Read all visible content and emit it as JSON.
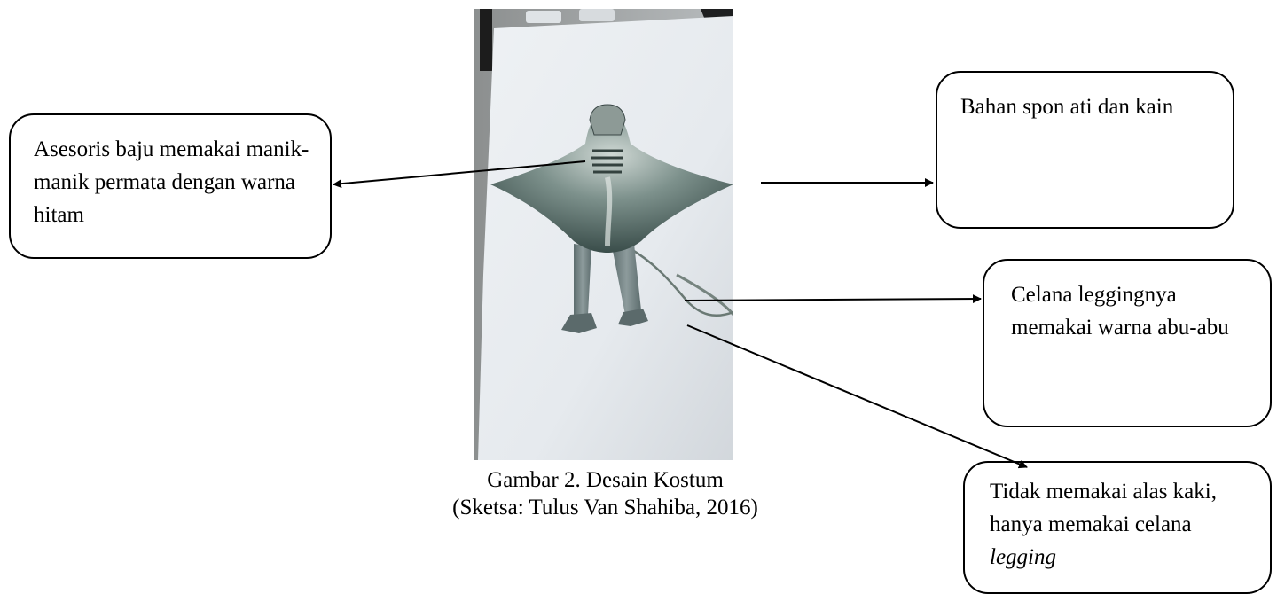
{
  "callouts": {
    "asesoris": "Asesoris baju memakai manik-manik  permata dengan warna hitam",
    "bahan": "Bahan spon ati dan kain",
    "celana": "Celana leggingnya memakai warna abu-abu",
    "tidak_prefix": "Tidak memakai alas kaki, hanya memakai celana ",
    "tidak_italic": "legging"
  },
  "caption": {
    "line1": "Gambar 2. Desain Kostum",
    "line2": "(Sketsa: Tulus Van Shahiba, 2016)"
  },
  "colors": {
    "ink": "#000000",
    "ray_dark": "#3f5552",
    "ray_light": "#9fb1ab",
    "paper": "#e9ecef"
  }
}
